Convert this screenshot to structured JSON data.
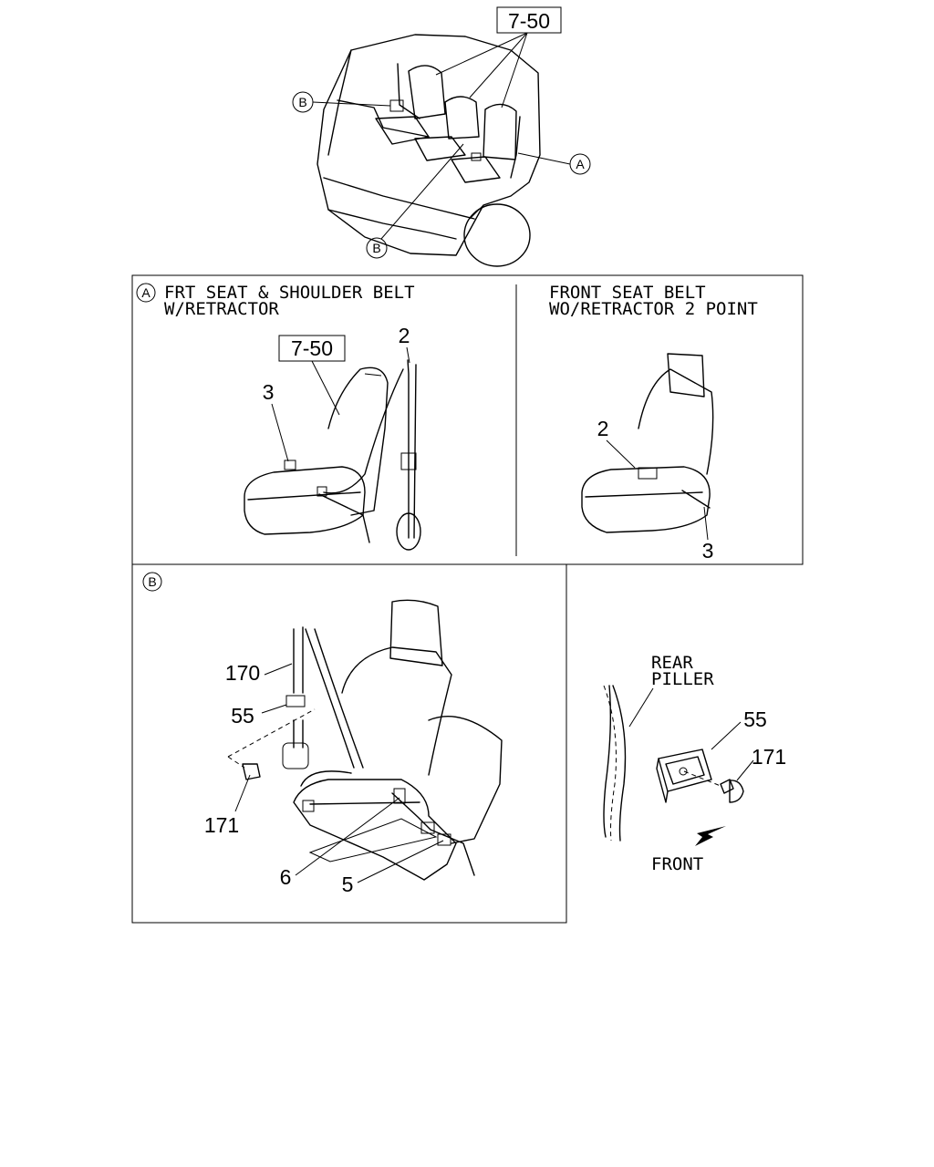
{
  "overview": {
    "ref_box": "7-50",
    "callout_a": "A",
    "callout_b_upper": "B",
    "callout_b_lower": "B"
  },
  "panel_a": {
    "circle": "A",
    "title_line1": "FRT SEAT & SHOULDER BELT",
    "title_line2": "W/RETRACTOR",
    "ref_box": "7-50",
    "part_2": "2",
    "part_3": "3"
  },
  "panel_front": {
    "title_line1": "FRONT SEAT BELT",
    "title_line2": "WO/RETRACTOR 2 POINT",
    "part_2": "2",
    "part_3": "3"
  },
  "panel_b": {
    "circle": "B",
    "part_170": "170",
    "part_55": "55",
    "part_171": "171",
    "part_6": "6",
    "part_5": "5"
  },
  "detail": {
    "label_line1": "REAR",
    "label_line2": "PILLER",
    "part_55": "55",
    "part_171": "171",
    "front_label": "FRONT"
  }
}
